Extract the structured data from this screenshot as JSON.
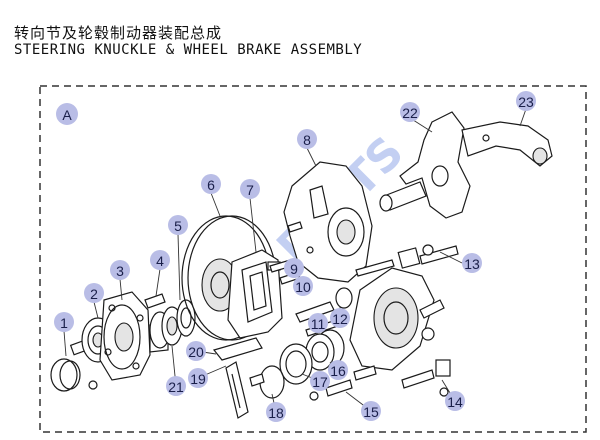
{
  "title_cn": "转向节及轮毂制动器装配总成",
  "title_en": "STEERING KNUCKLE & WHEEL BRAKE ASSEMBLY",
  "view_label": "A",
  "watermark": "JCT PARTS",
  "callouts": [
    "1",
    "2",
    "3",
    "4",
    "5",
    "6",
    "7",
    "8",
    "9",
    "10",
    "11",
    "12",
    "13",
    "14",
    "15",
    "16",
    "17",
    "18",
    "19",
    "20",
    "21",
    "22",
    "23"
  ],
  "colors": {
    "badge_fill": "#b9bde6",
    "badge_text": "#1a1f4a",
    "watermark": "#3c63d6",
    "line": "#1b1b1b"
  }
}
